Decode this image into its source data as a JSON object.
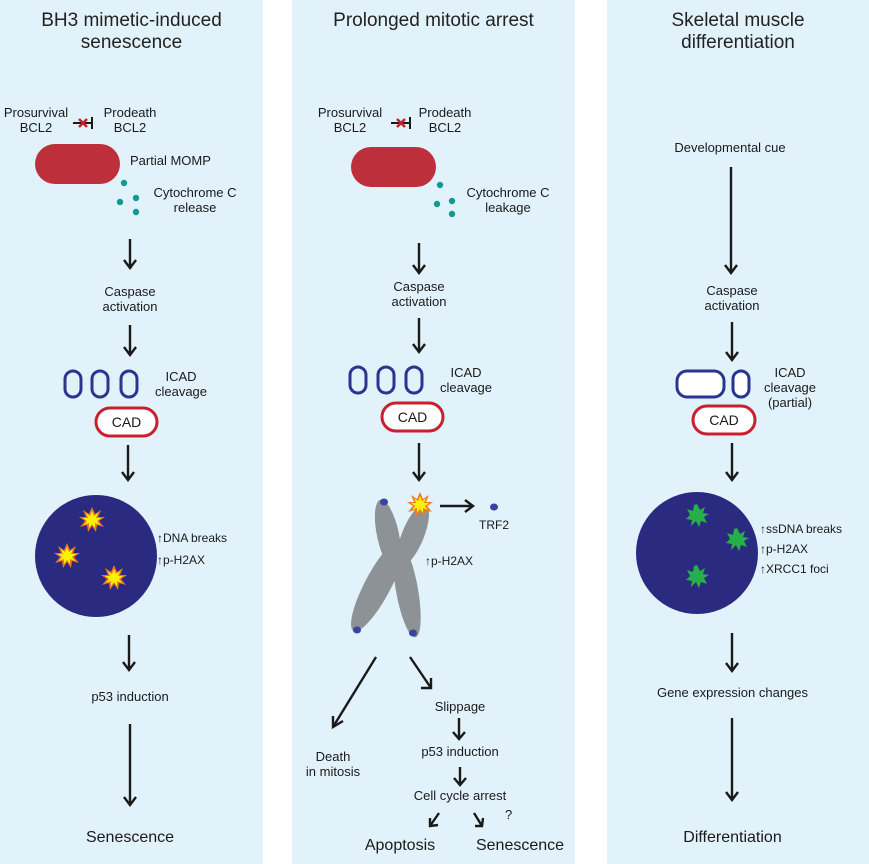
{
  "colors": {
    "panel_bg": "#e2f2fb",
    "mitochondria": "#bd2f3b",
    "cytochrome": "#139a8e",
    "icad_outline": "#2a3591",
    "cad_outline": "#c8202f",
    "nucleus": "#2a2a80",
    "break_star_yellow": "#fff200",
    "break_star_orange": "#f07820",
    "ssdna_star": "#27b049",
    "chromosome": "#7f8286",
    "telomere": "#3a43a0"
  },
  "panels": [
    {
      "title": "BH3 mimetic-induced senescence",
      "title_lines": [
        "BH3 mimetic-induced",
        "senescence"
      ],
      "prosurvival": [
        "Prosurvival",
        "BCL2"
      ],
      "prodeath": [
        "Prodeath",
        "BCL2"
      ],
      "momp_label": "Partial MOMP",
      "cytochrome": [
        "Cytochrome C",
        "release"
      ],
      "caspase": [
        "Caspase",
        "activation"
      ],
      "icad": [
        "ICAD",
        "cleavage"
      ],
      "cad": "CAD",
      "nucleus_markers": [
        "DNA breaks",
        "p-H2AX"
      ],
      "p53": "p53 induction",
      "outcome": "Senescence"
    },
    {
      "title": "Prolonged mitotic arrest",
      "prosurvival": [
        "Prosurvival",
        "BCL2"
      ],
      "prodeath": [
        "Prodeath",
        "BCL2"
      ],
      "cytochrome": [
        "Cytochrome C",
        "leakage"
      ],
      "caspase": [
        "Caspase",
        "activation"
      ],
      "icad": [
        "ICAD",
        "cleavage"
      ],
      "cad": "CAD",
      "trf2": "TRF2",
      "chromosome_marker": "p-H2AX",
      "death": [
        "Death",
        "in mitosis"
      ],
      "slippage": "Slippage",
      "p53": "p53 induction",
      "arrest": "Cell cycle arrest",
      "apoptosis": "Apoptosis",
      "senescence": "Senescence",
      "question": "?"
    },
    {
      "title_lines": [
        "Skeletal muscle",
        "differentiation"
      ],
      "cue": "Developmental cue",
      "caspase": [
        "Caspase",
        "activation"
      ],
      "icad": [
        "ICAD",
        "cleavage",
        "(partial)"
      ],
      "cad": "CAD",
      "nucleus_markers": [
        "ssDNA breaks",
        "p-H2AX",
        "XRCC1 foci"
      ],
      "gene": "Gene expression changes",
      "outcome": "Differentiation"
    }
  ],
  "up_arrow_glyph": "↑"
}
